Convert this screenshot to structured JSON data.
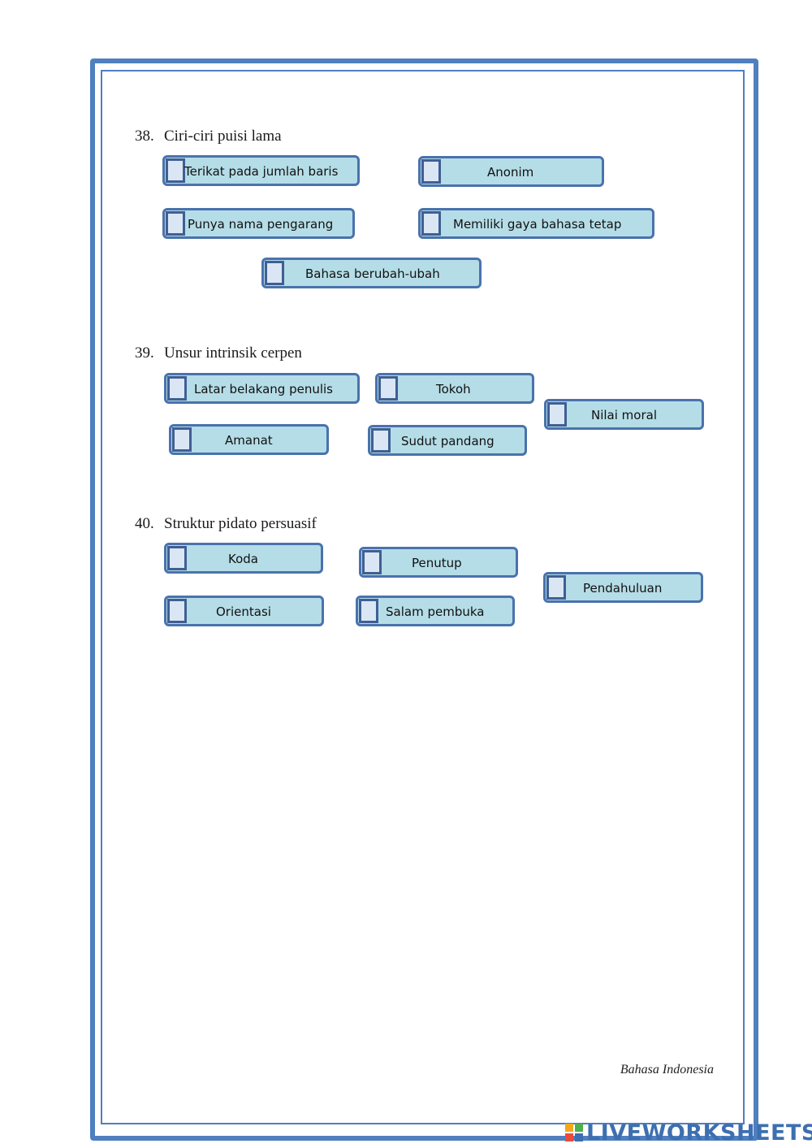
{
  "questions": [
    {
      "number": "38.",
      "text": "Ciri-ciri puisi lama",
      "options": [
        "Terikat pada jumlah baris",
        "Anonim",
        "Punya nama pengarang",
        "Memiliki gaya bahasa tetap",
        "Bahasa berubah-ubah"
      ]
    },
    {
      "number": "39.",
      "text": "Unsur intrinsik cerpen",
      "options": [
        "Latar belakang penulis",
        "Tokoh",
        "Nilai moral",
        "Amanat",
        "Sudut pandang"
      ]
    },
    {
      "number": "40.",
      "text": "Struktur pidato persuasif",
      "options": [
        "Koda",
        "Penutup",
        "Pendahuluan",
        "Orientasi",
        "Salam pembuka"
      ]
    }
  ],
  "footer": {
    "subject": "Bahasa Indonesia"
  },
  "brand": {
    "name": "LIVEWORKSHEETS",
    "logo_colors": [
      "#f2a81d",
      "#4caf50",
      "#e94b3c",
      "#3d6fb0"
    ]
  },
  "colors": {
    "frame": "#4f7fbf",
    "option_fill": "#b5dde7",
    "option_border": "#4a72ad",
    "checkbox_fill": "#dbe6f4"
  }
}
